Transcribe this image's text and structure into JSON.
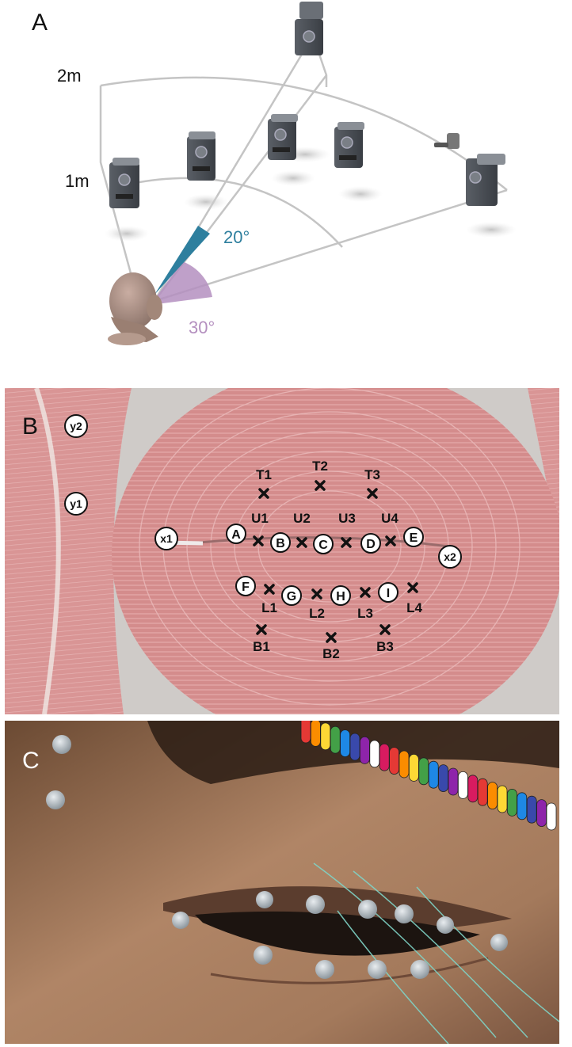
{
  "panels": {
    "a": {
      "letter": "A",
      "distance_labels": {
        "far": "2m",
        "near": "1m"
      },
      "angles": {
        "small": {
          "label": "20°",
          "color": "#2e7f9e"
        },
        "large": {
          "label": "30°",
          "color": "#b48fbf"
        }
      }
    },
    "b": {
      "letter": "B",
      "circle_markers": [
        "A",
        "B",
        "C",
        "D",
        "E",
        "F",
        "G",
        "H",
        "I"
      ],
      "reference_markers": [
        "x1",
        "x2",
        "y1",
        "y2"
      ],
      "cross_labels": [
        "T1",
        "T2",
        "T3",
        "U1",
        "U2",
        "U3",
        "U4",
        "L1",
        "L2",
        "L3",
        "L4",
        "B1",
        "B2",
        "B3"
      ],
      "muscle_color": "#d99595"
    },
    "c": {
      "letter": "C",
      "wire_colors": [
        "#e53935",
        "#fb8c00",
        "#fdd835",
        "#43a047",
        "#1e88e5",
        "#3949ab",
        "#8e24aa",
        "#ffffff",
        "#d81b60"
      ]
    }
  }
}
